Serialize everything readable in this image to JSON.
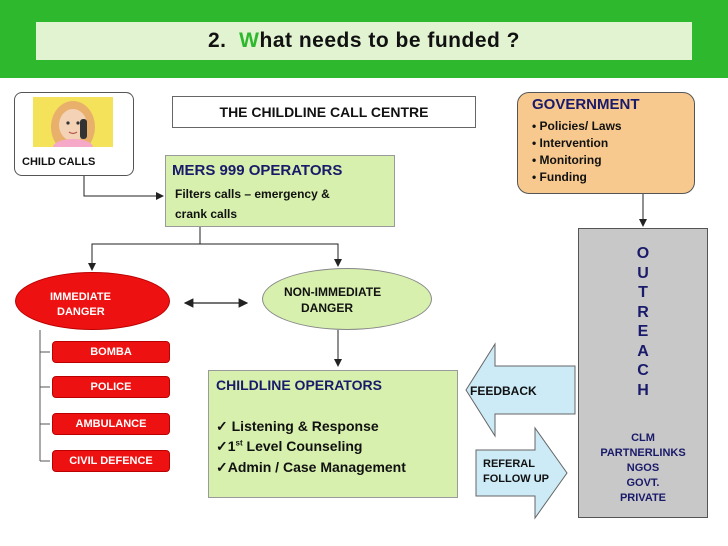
{
  "header": {
    "number": "2.",
    "title_first_letter": "W",
    "title_rest": "hat needs to be funded ?"
  },
  "child": {
    "label": "CHILD CALLS"
  },
  "call_centre": {
    "title": "THE CHILDLINE CALL CENTRE"
  },
  "mers": {
    "title": "MERS 999 OPERATORS",
    "desc_line1": "Filters calls – emergency &",
    "desc_line2": "crank calls"
  },
  "government": {
    "title": "GOVERNMENT",
    "items": [
      "Policies/ Laws",
      "Intervention",
      "Monitoring",
      "Funding"
    ]
  },
  "outreach": {
    "letters": [
      "O",
      "U",
      "T",
      "R",
      "E",
      "A",
      "C",
      "H"
    ],
    "partners": [
      "CLM",
      "PARTNERLINKS",
      "NGOS",
      "GOVT.",
      "PRIVATE"
    ]
  },
  "immediate": {
    "line1": "IMMEDIATE",
    "line2": "DANGER"
  },
  "non_immediate": {
    "line1": "NON-IMMEDIATE",
    "line2": "DANGER"
  },
  "services": [
    "BOMBA",
    "POLICE",
    "AMBULANCE",
    "CIVIL DEFENCE"
  ],
  "childline_operators": {
    "title": "CHILDLINE OPERATORS",
    "items": [
      "Listening & Response",
      "1",
      "Admin / Case Management"
    ],
    "item2_super": "st",
    "item2_rest": " Level Counseling"
  },
  "feedback": {
    "label": "FEEDBACK"
  },
  "referal": {
    "line1": "REFERAL",
    "line2": "FOLLOW UP"
  },
  "colors": {
    "banner": "#2db82d",
    "mers": "#d7f0ad",
    "government": "#f8c98e",
    "danger": "#ee1111",
    "outreach": "#c8c8c8",
    "arrows": "#ccebf7"
  }
}
